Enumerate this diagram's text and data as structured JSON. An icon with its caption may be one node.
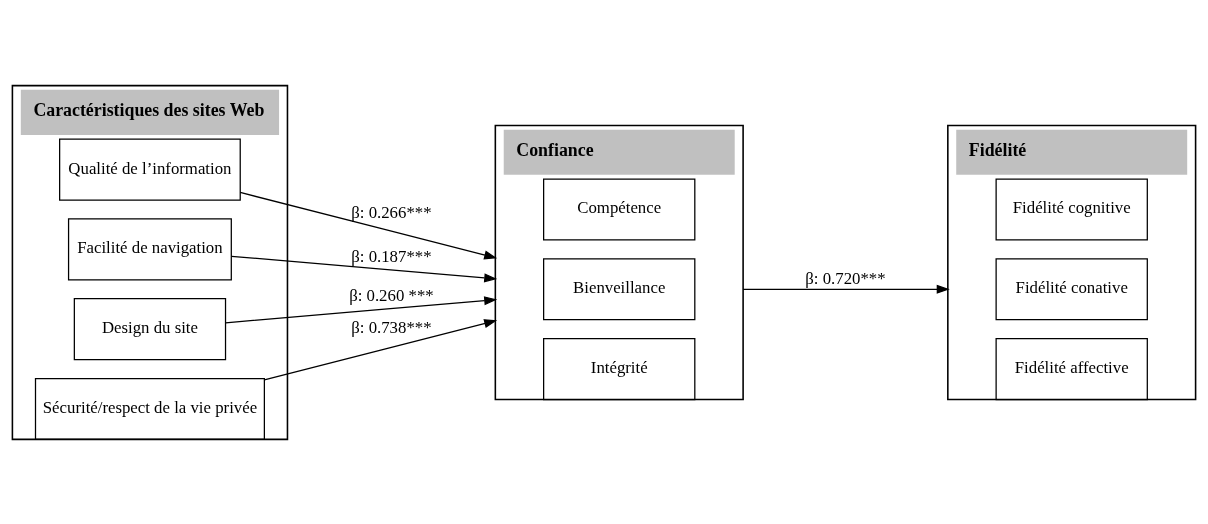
{
  "diagram": {
    "nodes": [
      {
        "text": [
          "Caractéristiques des sites Web"
        ]
      },
      {
        "text": [
          "Qualité de l’information"
        ],
        "in": 0
      },
      {
        "text": [
          "Facilité de navigation"
        ],
        "in": 0
      },
      {
        "text": [
          "Design du site"
        ],
        "in": 0
      },
      {
        "text": [
          "Sécurité/respect de la vie privée"
        ],
        "in": 0
      },
      {
        "text": [
          "Confiance"
        ]
      },
      {
        "text": [
          "Compétence"
        ],
        "in": 5
      },
      {
        "text": [
          "Bienveillance"
        ],
        "in": 5
      },
      {
        "text": [
          "Intégrité"
        ],
        "in": 5
      },
      {
        "text": [
          "Fidélité"
        ]
      },
      {
        "text": [
          "Fidélité cognitive"
        ],
        "in": 9
      },
      {
        "text": [
          "Fidélité conative"
        ],
        "in": 9
      },
      {
        "text": [
          "Fidélité affective"
        ],
        "in": 9
      }
    ],
    "edges": [
      {
        "from": 1,
        "to": 5,
        "arrow": "to",
        "label": "β: 0.266***"
      },
      {
        "from": 2,
        "to": 5,
        "arrow": "to",
        "label": "β: 0.187***"
      },
      {
        "from": 3,
        "to": 5,
        "arrow": "to",
        "label": "β: 0.260 ***"
      },
      {
        "from": 4,
        "to": 5,
        "arrow": "to",
        "label": "β: 0.738***"
      },
      {
        "from": 5,
        "to": 9,
        "arrow": "to",
        "label": "β: 0.720***"
      }
    ]
  }
}
